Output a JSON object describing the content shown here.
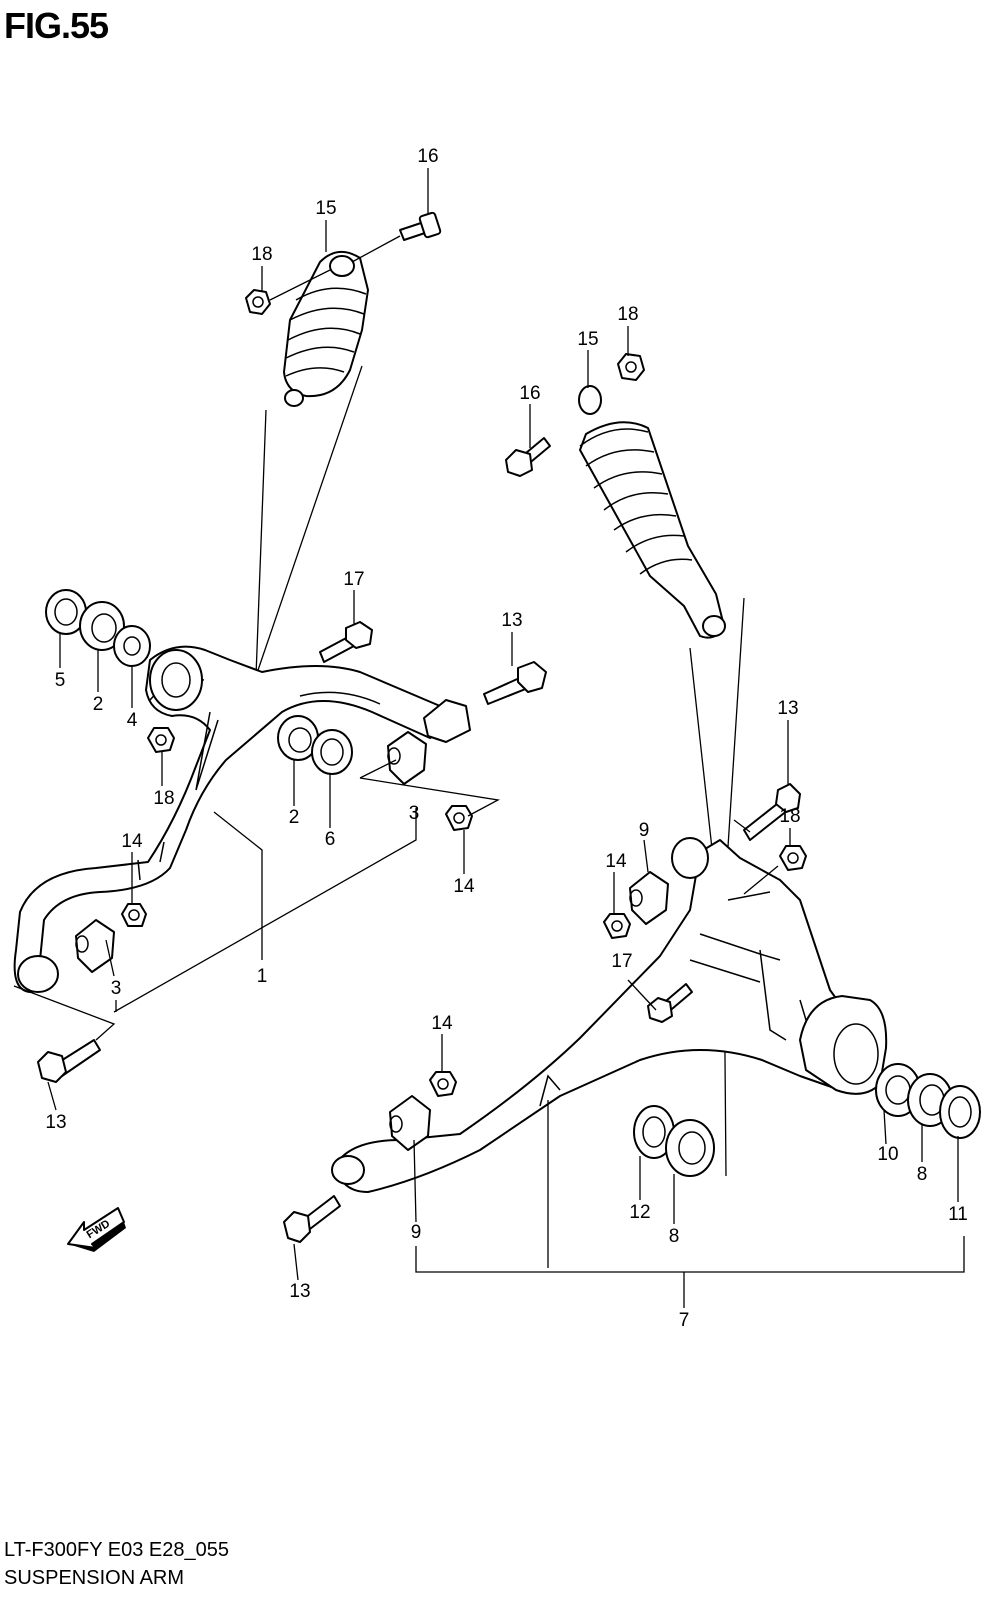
{
  "figure_title": "FIG.55",
  "model_code": "LT-F300FY E03 E28_055",
  "section_title": "SUSPENSION ARM",
  "fwd_label": "FWD",
  "callouts": {
    "c1": "1",
    "c2a": "2",
    "c2b": "2",
    "c3a": "3",
    "c3b": "3",
    "c4": "4",
    "c5": "5",
    "c6": "6",
    "c7": "7",
    "c8a": "8",
    "c8b": "8",
    "c9a": "9",
    "c9b": "9",
    "c10": "10",
    "c11": "11",
    "c12": "12",
    "c13a": "13",
    "c13b": "13",
    "c13c": "13",
    "c13d": "13",
    "c14a": "14",
    "c14b": "14",
    "c14c": "14",
    "c14d": "14",
    "c15a": "15",
    "c15b": "15",
    "c16a": "16",
    "c16b": "16",
    "c17a": "17",
    "c17b": "17",
    "c18a": "18",
    "c18b": "18",
    "c18c": "18",
    "c18d": "18"
  }
}
